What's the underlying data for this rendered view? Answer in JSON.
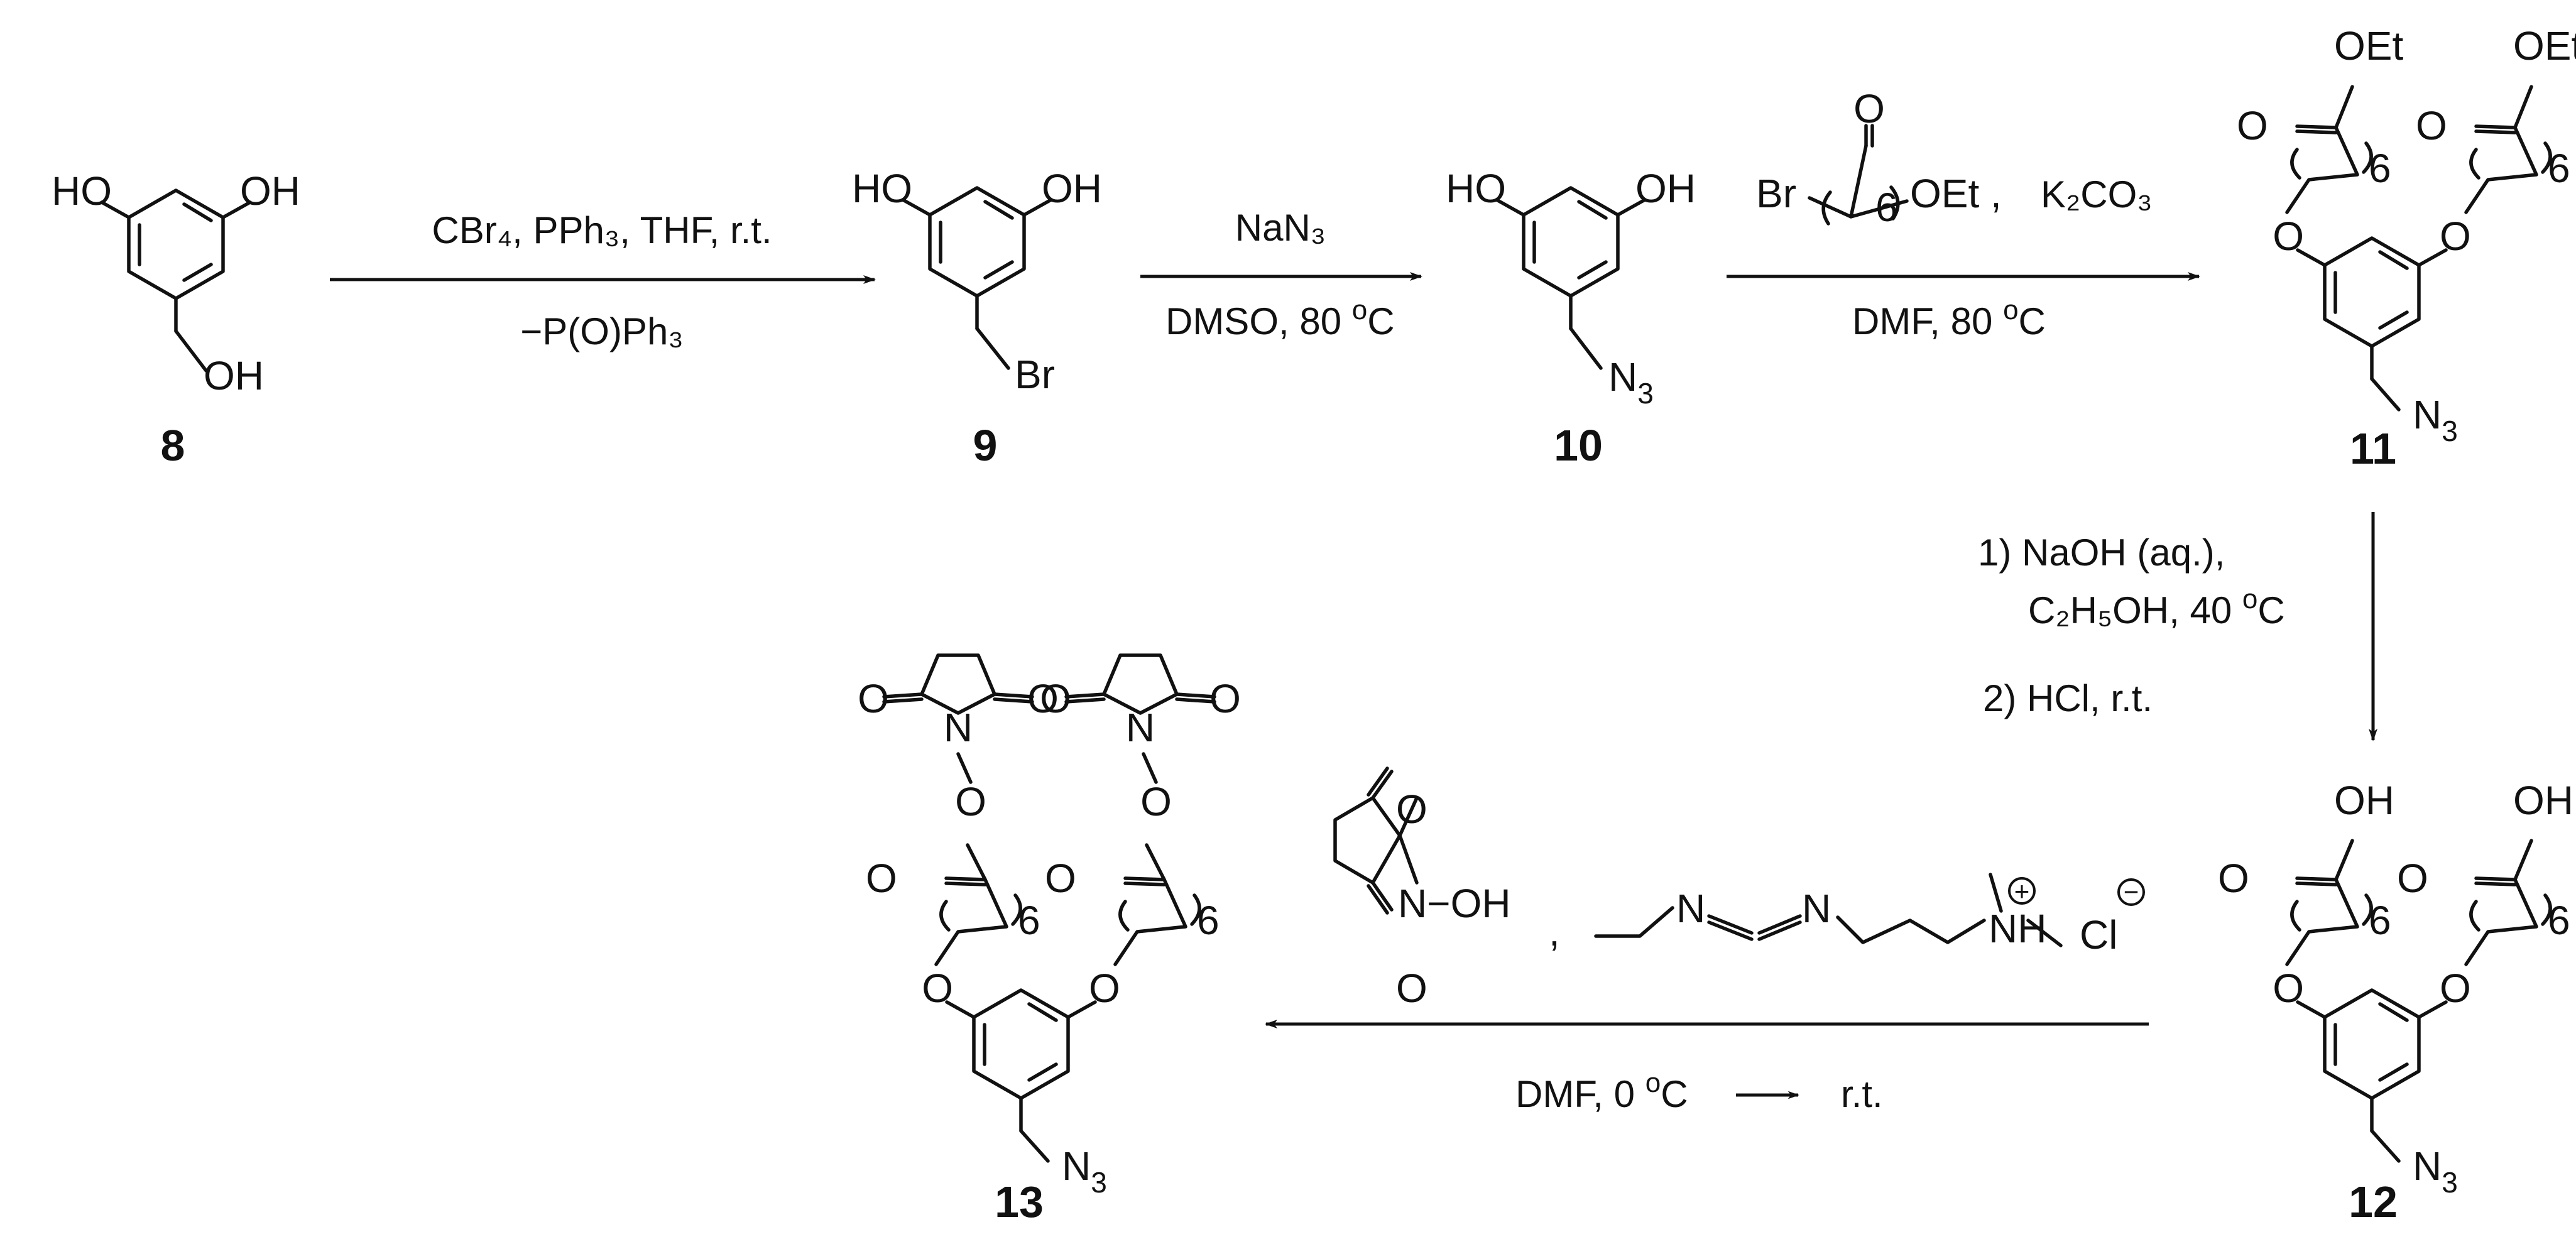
{
  "compounds": {
    "c8": "8",
    "c9": "9",
    "c10": "10",
    "c11": "11",
    "c12": "12",
    "c13": "13"
  },
  "atoms": {
    "HO": "HO",
    "OH": "OH",
    "Br": "Br",
    "N": "N",
    "sub3": "3",
    "O": "O",
    "OEt": "OEt",
    "six": "6",
    "Cl": "Cl",
    "H": "H"
  },
  "step1": {
    "above": "CBr₄, PPh₃, THF, r.t.",
    "below": "−P(O)Ph₃"
  },
  "step2": {
    "above": "NaN₃",
    "below_main": "DMSO, 80 ",
    "sup": "o",
    "below_unit": "C"
  },
  "step3": {
    "reagent_end": "OEt",
    "comma": ",",
    "base": "K₂CO₃",
    "below_main": "DMF, 80 ",
    "sup": "o",
    "below_unit": "C"
  },
  "step4": {
    "line1": "1)  NaOH (aq.),",
    "line2_main": "C₂H₅OH, 40 ",
    "sup": "o",
    "line2_unit": "C",
    "line3": "2)  HCl, r.t."
  },
  "step5": {
    "nhs_group": "N−OH",
    "comma": ",",
    "below_main": "DMF, 0 ",
    "sup": "o",
    "below_unit": "C",
    "below_end": "r.t."
  },
  "charges": {
    "plus": "+",
    "minus": "−"
  }
}
